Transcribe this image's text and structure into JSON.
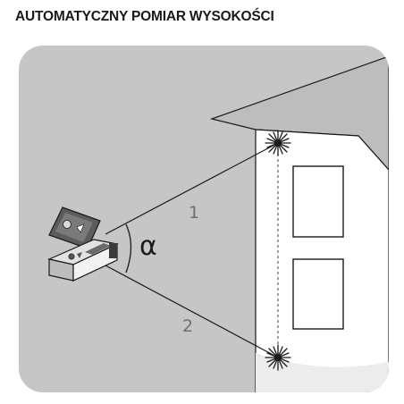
{
  "title": "AUTOMATYCZNY POMIAR WYSOKOŚCI",
  "labels": {
    "angle": "α",
    "beam_upper": "1",
    "beam_lower": "2"
  },
  "colors": {
    "panel_fill": "#c6c6c7",
    "wall_fill": "#ffffff",
    "roof_fill": "#bdbdbe",
    "line": "#1a1a1a",
    "beam_label": "#6f6f6f"
  },
  "icons": [
    "laser-distance-meter-icon",
    "laser-spark-icon"
  ]
}
